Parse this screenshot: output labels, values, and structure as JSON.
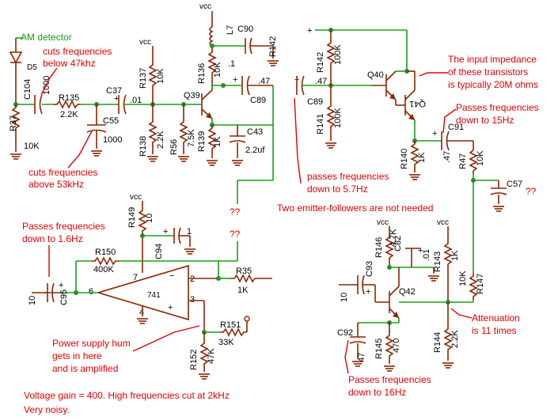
{
  "labels": {
    "am_detector": "AM detector"
  },
  "parts": {
    "vcc": "vcc",
    "plus": "+",
    "minus": "−",
    "d5": "D5",
    "r37": "R37",
    "r37_val": "10K",
    "c104": "C104",
    "c104_val": "1000",
    "r135": "R135",
    "r135_val": "2.2K",
    "c55": "C55",
    "c55_val": "1000",
    "c37": "C37",
    "c37_val": ".01",
    "r137": "R137",
    "r137_val": "10K",
    "r138": "R138",
    "r138_val": "2.2K",
    "r56": "R56",
    "r56_val": "7.5K",
    "q39": "Q39",
    "r136": "R136",
    "r136_val": "10K",
    "l7": "L7",
    "c90": "C90",
    "c90_val": ".1",
    "r142a": "R142",
    "r139": "R139",
    "r139_val": "1K",
    "c43": "C43",
    "c43_val": "2.2uf",
    "c89": "C89",
    "c89_val": ".47",
    "r142": "R142",
    "r142_val": "100K",
    "r141": "R141",
    "r141_val": "100K",
    "q40": "Q40",
    "q41": "Q41",
    "r140": "R140",
    "r140_val": "1K",
    "c91": "C91",
    "c91_val": ".47",
    "r47": "R47",
    "r47_val": "10K",
    "c57": "C57",
    "r149": "R149",
    "r149_val": "10",
    "c94": "C94",
    "c94_val": "1",
    "op741": "741",
    "pin2": "2",
    "pin3": "3",
    "pin4": "4",
    "pin6": "6",
    "pin7": "7",
    "r150": "R150",
    "r150_val": "400K",
    "r35": "R35",
    "r35_val": "1K",
    "c95": "C95",
    "c95_val": "10",
    "r151": "R151",
    "r151_val": "33K",
    "r152": "R152",
    "r152_val": "47K",
    "r146": "R146",
    "r146_val": "4.7K",
    "c82": "C82",
    "c82_val": ".01",
    "r143": "R143",
    "r143_val": "1K",
    "r147": "R147",
    "r147_val": "10K",
    "q42": "Q42",
    "c93": "C93",
    "c93_val": "10",
    "r145": "R145",
    "r145_val": "470",
    "c92": "C92",
    "c92_val": "47",
    "r144": "R144",
    "r144_val": "2.2K"
  },
  "notes": {
    "cuts_47k": [
      "cuts frequencies",
      "below 47khz"
    ],
    "cuts_53k": [
      "cuts frequencies",
      "above 53kHz"
    ],
    "input_impedance": [
      "The input impedance",
      "of these transistors",
      "is typically 20M ohms"
    ],
    "passes_15hz": [
      "Passes frequencies",
      "down to 15Hz"
    ],
    "passes_57hz": [
      "passes frequencies",
      "down to 5.7Hz"
    ],
    "emitter_followers": "Two emitter-followers are not needed",
    "qq1": "??",
    "qq2": "??",
    "qq3": "??",
    "passes_16hz_left": [
      "Passes frequencies",
      "down to 1.6Hz"
    ],
    "hum": [
      "Power supply hum",
      "gets in here",
      "and is amplified"
    ],
    "gain": [
      "Voltage gain = 400. High frequencies cut at 2kHz",
      "Very noisy."
    ],
    "attenuation": [
      "Attenuation",
      "is 11 times"
    ],
    "passes_16hz_right": [
      "Passes frequencies",
      "down to 16Hz"
    ]
  }
}
